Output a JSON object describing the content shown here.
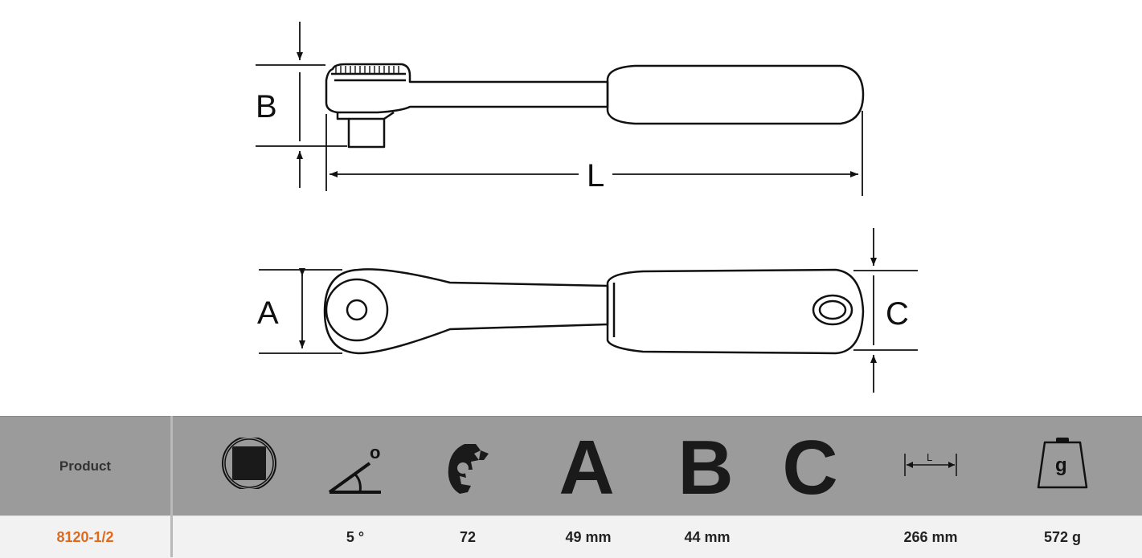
{
  "drawing": {
    "label_b": "B",
    "label_l": "L",
    "label_a": "A",
    "label_c": "C"
  },
  "table": {
    "product_header": "Product",
    "icons": {
      "drive": "square-drive-icon",
      "angle": "ratchet-angle-icon",
      "teeth": "gear-teeth-icon",
      "length": "length-icon",
      "weight": "weight-icon"
    },
    "angle_symbol": "o",
    "header_a": "A",
    "header_b": "B",
    "header_c": "C",
    "length_icon_label": "L",
    "weight_icon_label": "g",
    "row": {
      "product": "8120-1/2",
      "drive": "",
      "angle": "5 °",
      "teeth": "72",
      "a": "49 mm",
      "b": "44 mm",
      "c": "",
      "length": "266 mm",
      "weight": "572 g"
    },
    "colors": {
      "header_bg": "#9b9b9b",
      "product_text": "#e06a1b"
    }
  }
}
